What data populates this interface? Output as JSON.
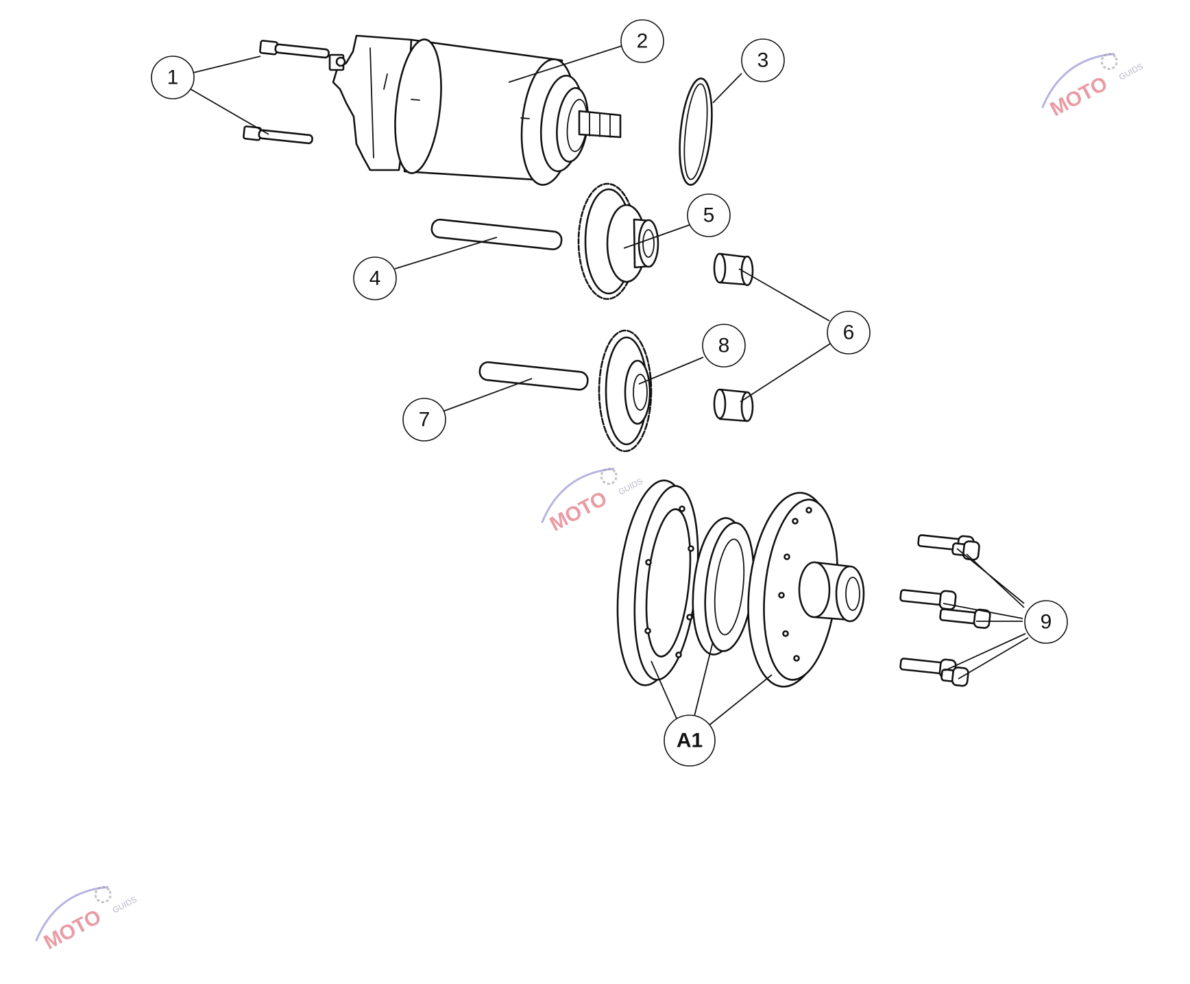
{
  "callouts": {
    "c1": "1",
    "c2": "2",
    "c3": "3",
    "c4": "4",
    "c5": "5",
    "c6": "6",
    "c7": "7",
    "c8": "8",
    "c9": "9",
    "ca1": "A1"
  },
  "watermark": {
    "brand": "MOTO",
    "sub": "GUIDS"
  },
  "colors": {
    "line": "#111111",
    "background": "#ffffff",
    "watermark_red": "#d84a5a",
    "watermark_blue": "#7a74c8"
  }
}
